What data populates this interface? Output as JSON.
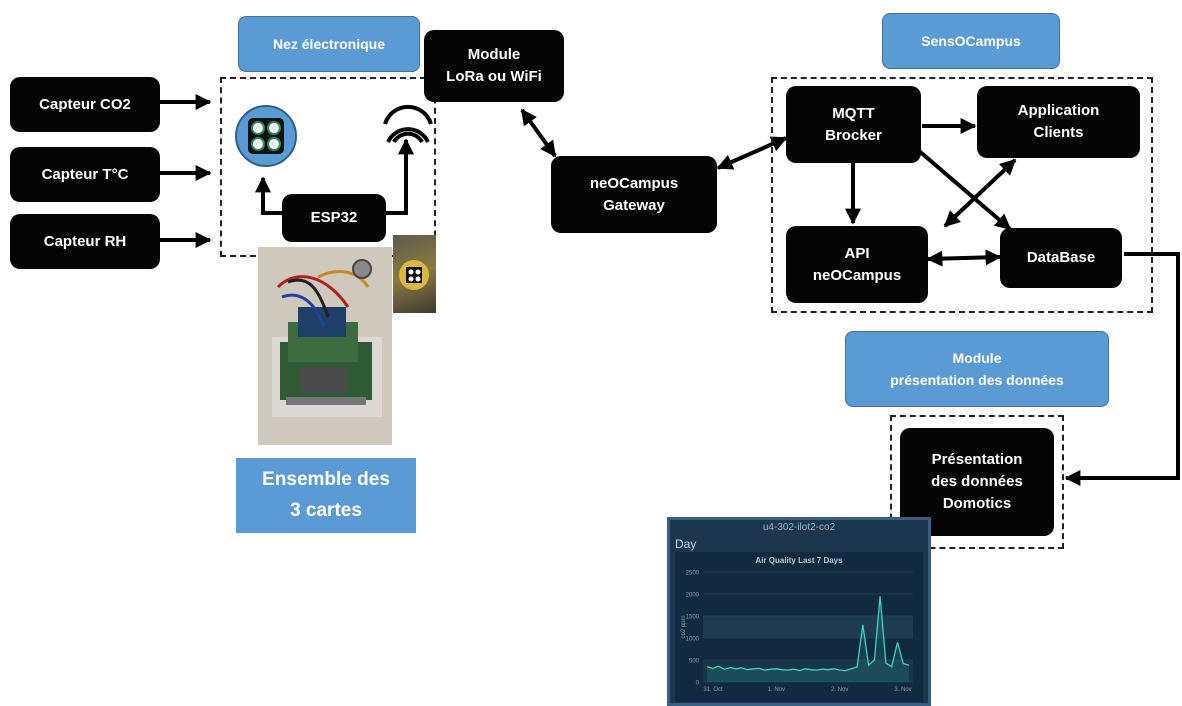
{
  "labels": {
    "nez": "Nez électronique",
    "module_lora": "Module\nLoRa ou WiFi",
    "sensocampus": "SensOCampus",
    "capteur_co2": "Capteur CO2",
    "capteur_t": "Capteur T°C",
    "capteur_rh": "Capteur RH",
    "esp32": "ESP32",
    "gateway": "neOCampus\nGateway",
    "mqtt": "MQTT\nBrocker",
    "app_clients": "Application\nClients",
    "api": "API\nneOCampus",
    "database": "DataBase",
    "module_presentation": "Module\nprésentation des données",
    "presentation_domotics": "Présentation\ndes données\nDomotics",
    "ensemble": "Ensemble des\n3 cartes"
  },
  "colors": {
    "node_fill": "#050505",
    "label_fill": "#5b9bd5",
    "arrow": "#000000"
  },
  "dashboard": {
    "window_title": "u4-302-ilot2-co2",
    "tab": "Day",
    "chart_title": "Air Quality Last 7 Days",
    "chart_data": {
      "type": "line",
      "title": "Air Quality Last 7 Days",
      "ylabel": "co2 ppm",
      "ylim": [
        0,
        2500
      ],
      "yticks": [
        0,
        500,
        1000,
        1500,
        2000,
        2500
      ],
      "xticks": [
        "31. Oct",
        "1. Nov",
        "2. Nov",
        "3. Nov"
      ],
      "series": [
        {
          "values": [
            350,
            310,
            360,
            290,
            330,
            300,
            320,
            280,
            300,
            310,
            270,
            290,
            300,
            280,
            270,
            290,
            260,
            300,
            280,
            270,
            290,
            280,
            300,
            270,
            260,
            300,
            340,
            1300,
            380,
            500,
            1950,
            430,
            350,
            900,
            420,
            380
          ]
        }
      ]
    }
  }
}
